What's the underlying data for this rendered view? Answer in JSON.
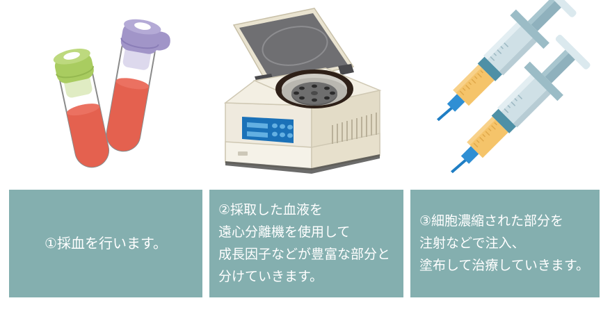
{
  "figure": {
    "title": "PRP treatment procedure steps",
    "background_color": "#ffffff",
    "panel_color": "#84afaf",
    "panel_text_color": "#ffffff"
  },
  "steps": [
    {
      "number": "1",
      "illustration": "blood-collection-tubes",
      "illustration_alt": "二本の採血管",
      "lines": [
        "①採血を行います。"
      ],
      "align": "center"
    },
    {
      "number": "2",
      "illustration": "centrifuge-machine",
      "illustration_alt": "遠心分離機",
      "lines": [
        "②採取した血液を",
        "遠心分離機を使用して",
        "成長因子などが豊富な部分と",
        "分けていきます。"
      ],
      "align": "left"
    },
    {
      "number": "3",
      "illustration": "syringes",
      "illustration_alt": "二本の注射器",
      "lines": [
        "③細胞濃縮された部分を",
        "注射などで注入、",
        "塗布して治療していきます。"
      ],
      "align": "left"
    }
  ],
  "colors": {
    "tube_blood": "#e4614f",
    "tube_glass": "#ffffff",
    "tube_outline": "#8a8a8a",
    "cap_green": "#a9cc60",
    "cap_purple": "#a195c8",
    "centrifuge_body": "#efeade",
    "centrifuge_body_shade": "#ded7c2",
    "centrifuge_lid": "#6f6f72",
    "centrifuge_lid_edge": "#e9e3d0",
    "centrifuge_bowl": "#2e2018",
    "centrifuge_rotor": "#5d5d5d",
    "centrifuge_panel": "#1a71b8",
    "centrifuge_panel_display": "#63b0e2",
    "syringe_barrel": "#cfe0e6",
    "syringe_fluid": "#f5c46a",
    "syringe_needle": "#1f7ec4",
    "syringe_plunger": "#9bbcc6"
  }
}
